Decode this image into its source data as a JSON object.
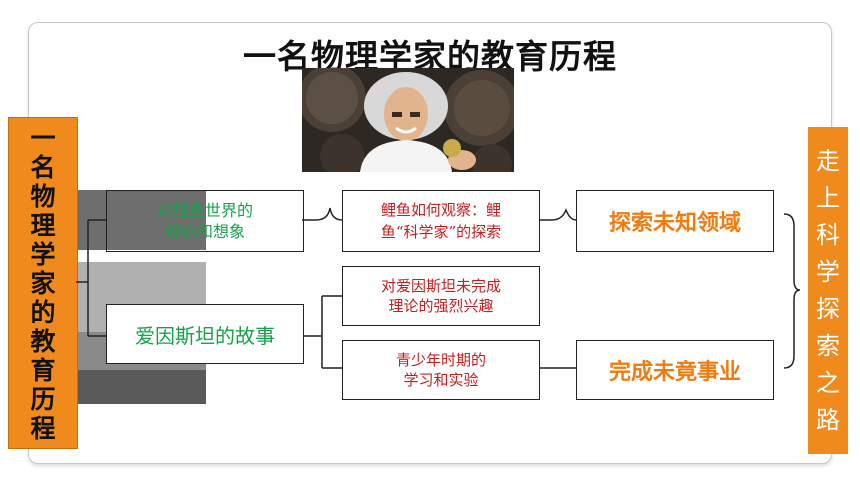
{
  "title": "一名物理学家的教育历程",
  "left_label": [
    "一",
    "名",
    "物",
    "理",
    "学",
    "家",
    "的",
    "教",
    "育",
    "历",
    "程"
  ],
  "right_label": [
    "走",
    "上",
    "科",
    "学",
    "探",
    "索",
    "之",
    "路"
  ],
  "branches": {
    "fish": {
      "label_line1": "对鲤鱼世界的",
      "label_line2": "观察和想象",
      "detail_line1": "鲤鱼如何观察：鲤",
      "detail_line2": "鱼“科学家”的探索",
      "result": "探索未知领域"
    },
    "einstein": {
      "label": "爱因斯坦的故事",
      "detail1_line1": "对爱因斯坦未完成",
      "detail1_line2": "理论的强烈兴趣",
      "detail2_line1": "青少年时期的",
      "detail2_line2": "学习和实验",
      "result": "完成未竟事业"
    }
  },
  "colors": {
    "orange": "#f08a1c",
    "green": "#16a34a",
    "red": "#c81e1e",
    "result_text": "#f07c10"
  }
}
